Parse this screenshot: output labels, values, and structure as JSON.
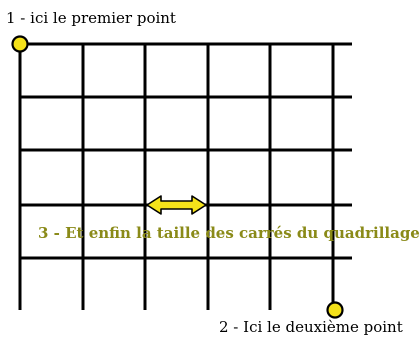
{
  "labels": {
    "first_point": "1 - ici le premier point",
    "second_point": "2 - Ici le deuxième point",
    "cell_size": "3 - Et enfin la taille des carrés du quadrillage"
  },
  "colors": {
    "grid": "#000000",
    "point_fill": "#f5e21a",
    "arrow_fill": "#f5e21a",
    "cell_size_text": "#8a8a18"
  }
}
